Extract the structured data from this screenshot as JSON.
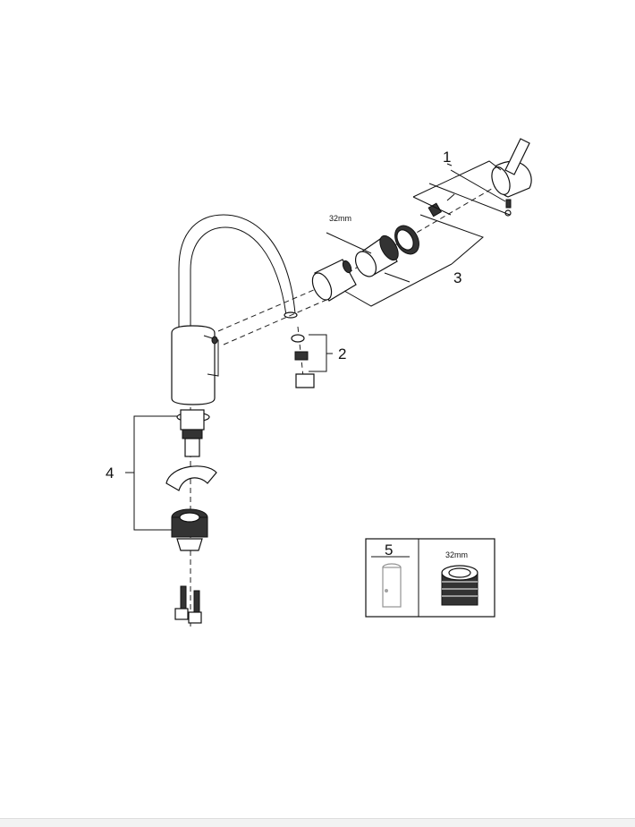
{
  "diagram": {
    "callouts": [
      {
        "id": "1",
        "label": "1"
      },
      {
        "id": "2",
        "label": "2"
      },
      {
        "id": "3",
        "label": "3"
      },
      {
        "id": "4",
        "label": "4"
      },
      {
        "id": "5",
        "label": "5"
      }
    ],
    "dimension_cartridge": "32mm",
    "inset": {
      "label": "5",
      "dimension": "32mm"
    }
  }
}
